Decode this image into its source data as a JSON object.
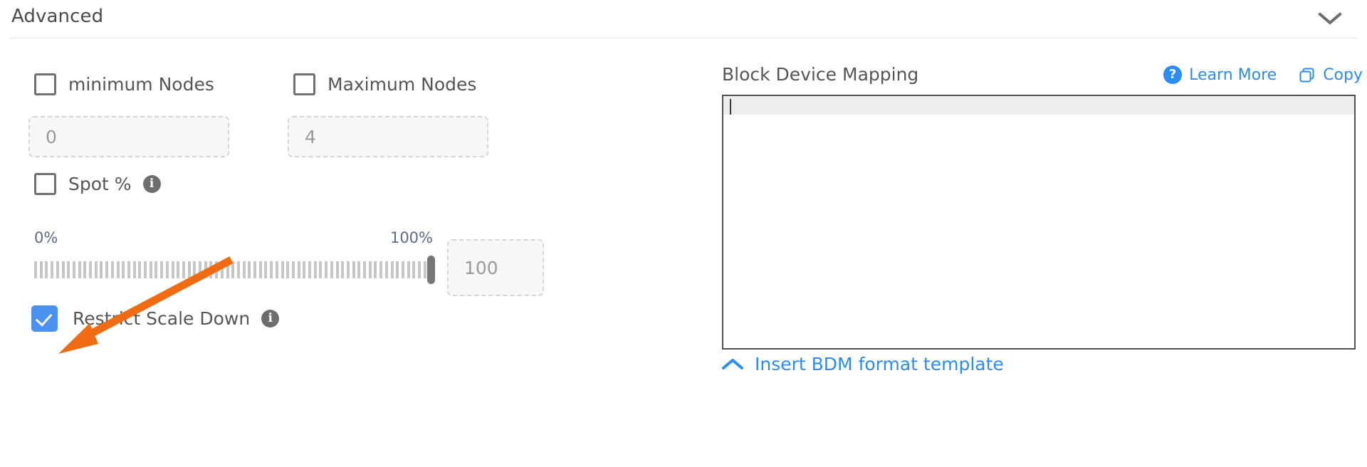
{
  "header": {
    "title": "Advanced",
    "collapse_icon": "chevron-down-icon"
  },
  "advanced": {
    "min_nodes": {
      "label": "minimum Nodes",
      "checked": false,
      "input_placeholder": "0",
      "input_value": ""
    },
    "max_nodes": {
      "label": "Maximum Nodes",
      "checked": false,
      "input_placeholder": "4",
      "input_value": ""
    },
    "spot": {
      "label": "Spot %",
      "checked": false,
      "info_icon": "info-icon",
      "info_glyph": "i"
    },
    "spot_slider": {
      "min_label": "0%",
      "max_label": "100%",
      "min": 0,
      "max": 100,
      "value": 100,
      "tick_count": 72,
      "value_input_placeholder": "100",
      "value_input_value": ""
    },
    "restrict_scale_down": {
      "label": "Restrict Scale Down",
      "checked": true,
      "info_icon": "info-icon",
      "info_glyph": "i"
    }
  },
  "block_device_mapping": {
    "title": "Block Device Mapping",
    "learn_more": {
      "label": "Learn More",
      "icon": "question-circle-icon",
      "glyph": "?"
    },
    "copy": {
      "label": "Copy",
      "icon": "copy-icon"
    },
    "editor_value": "",
    "insert_template": {
      "label": "Insert BDM format template",
      "icon": "chevron-up-icon"
    }
  },
  "colors": {
    "accent_blue": "#2b8cf4",
    "checkbox_checked": "#4a90f0",
    "annotation_orange": "#ef6c12",
    "slider_tick": "#c6c6c6",
    "slider_thumb": "#767676",
    "slider_label": "#5b6b85",
    "text": "#555555",
    "divider": "#e4e4e4"
  },
  "annotation": {
    "type": "arrow",
    "color": "#ef6c12",
    "points_to": "restrict-scale-down-checkbox"
  }
}
